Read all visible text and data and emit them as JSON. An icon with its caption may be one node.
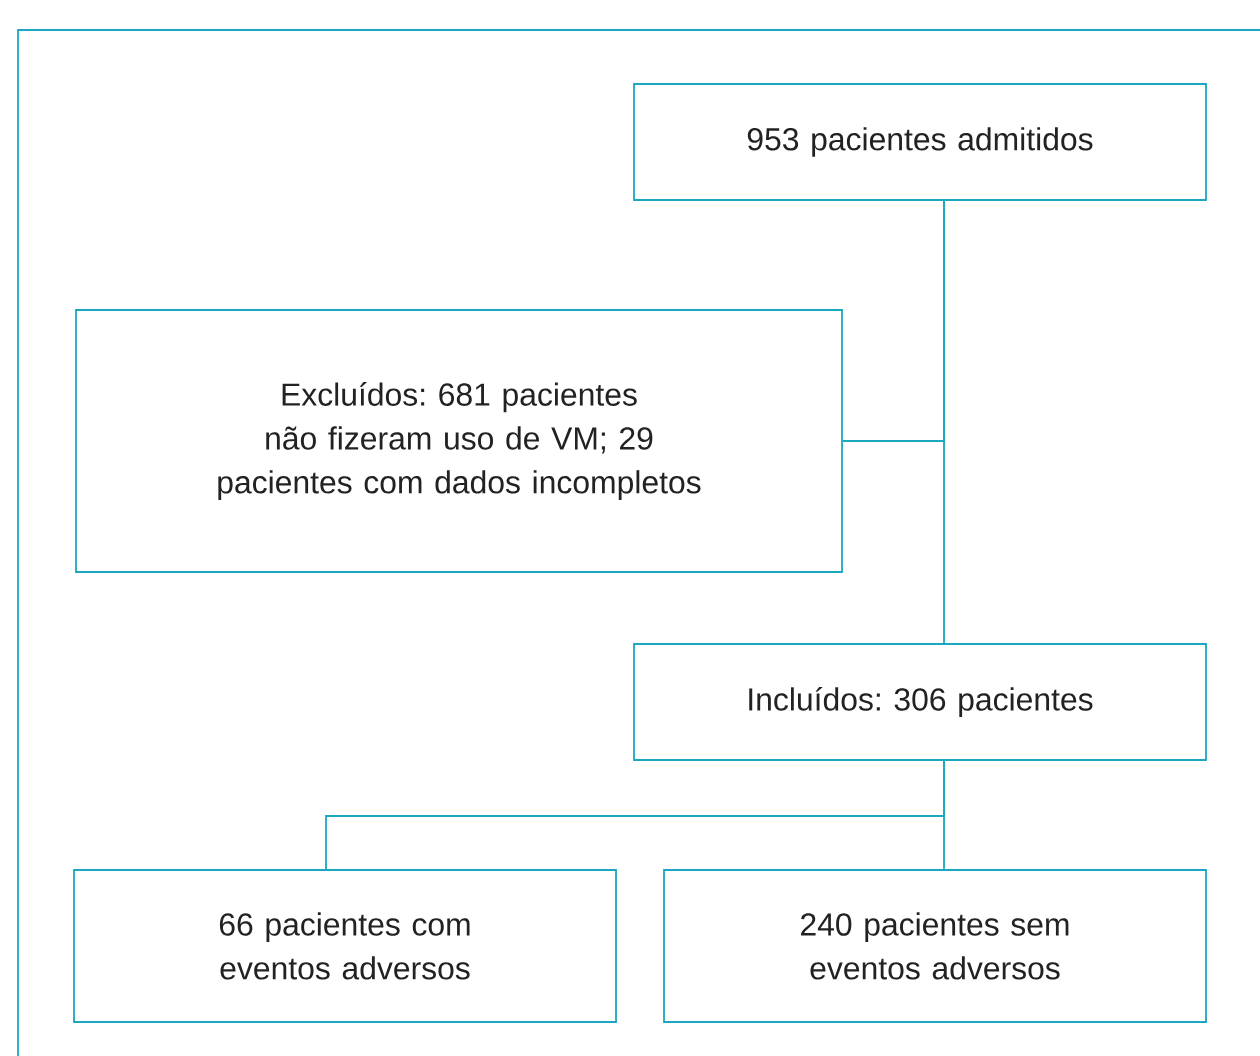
{
  "diagram": {
    "nodes": [
      {
        "text": [
          "953 pacientes admitidos"
        ]
      },
      {
        "text": [
          "Excluídos: 681 pacientes não fizeram uso de VM; 29 pacientes com dados incompletos"
        ]
      },
      {
        "text": [
          "Incluídos: 306 pacientes"
        ]
      },
      {
        "text": [
          "66 pacientes com eventos adversos"
        ]
      },
      {
        "text": [
          "240 pacientes sem eventos adversos"
        ]
      }
    ],
    "edges": [
      {
        "from": 0,
        "to": 1,
        "arrow": "none"
      },
      {
        "from": 0,
        "to": 2,
        "arrow": "none"
      },
      {
        "from": 2,
        "to": 3,
        "arrow": "none"
      },
      {
        "from": 2,
        "to": 4,
        "arrow": "none"
      }
    ]
  }
}
